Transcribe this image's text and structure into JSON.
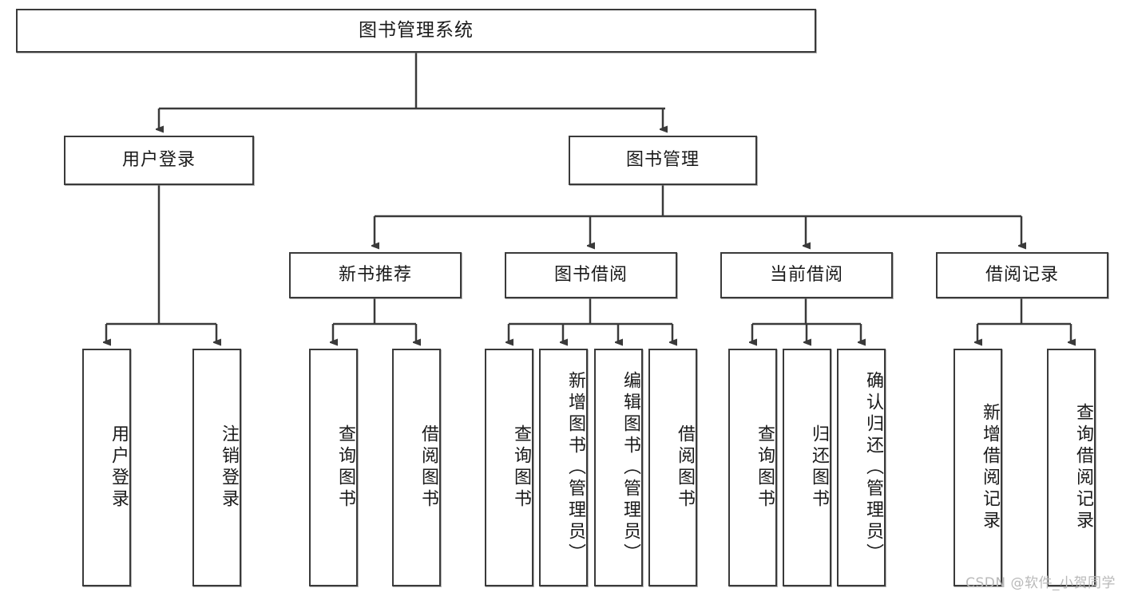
{
  "diagram": {
    "title": "图书管理系统",
    "type": "tree",
    "watermark": "CSDN @软件_小贺同学",
    "colors": {
      "box_border": "#3a3a3a",
      "box_fill": "#ffffff",
      "edge": "#3a3a3a",
      "text": "#1a1a1a",
      "watermark": "#b9b9b9"
    },
    "root": {
      "label": "图书管理系统"
    },
    "level2": [
      {
        "label": "用户登录"
      },
      {
        "label": "图书管理"
      }
    ],
    "level3": [
      {
        "label": "新书推荐"
      },
      {
        "label": "图书借阅"
      },
      {
        "label": "当前借阅"
      },
      {
        "label": "借阅记录"
      }
    ],
    "leaves": {
      "user_login": [
        {
          "label": "用户登录"
        },
        {
          "label": "注销登录"
        }
      ],
      "new_book_recommend": [
        {
          "label": "查询图书"
        },
        {
          "label": "借阅图书"
        }
      ],
      "book_borrow": [
        {
          "label": "查询图书"
        },
        {
          "label": "新增图书（管理员）"
        },
        {
          "label": "编辑图书（管理员）"
        },
        {
          "label": "借阅图书"
        }
      ],
      "current_borrow": [
        {
          "label": "查询图书"
        },
        {
          "label": "归还图书"
        },
        {
          "label": "确认归还（管理员）"
        }
      ],
      "borrow_record": [
        {
          "label": "新增借阅记录"
        },
        {
          "label": "查询借阅记录"
        }
      ]
    }
  }
}
